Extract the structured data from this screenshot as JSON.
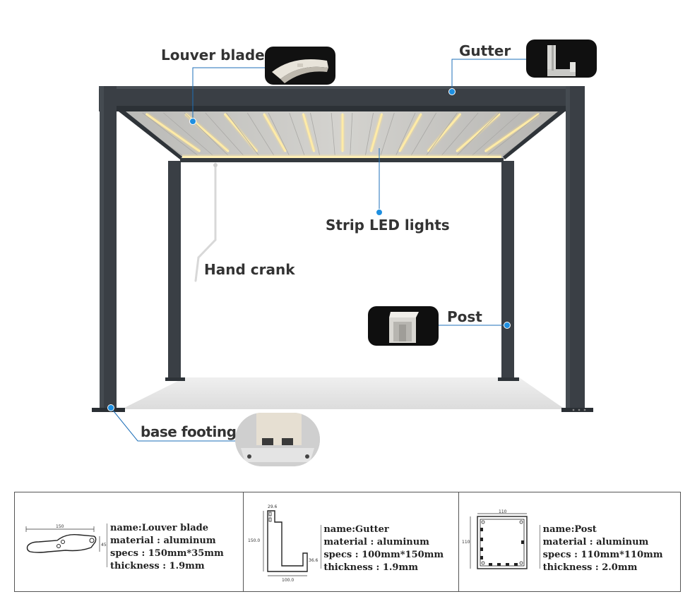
{
  "callouts": {
    "louver_blade": "Louver blade",
    "gutter": "Gutter",
    "strip_led": "Strip LED lights",
    "hand_crank": "Hand crank",
    "post": "Post",
    "base_footing": "base footing"
  },
  "specs": [
    {
      "name": "name:Louver blade",
      "material": "material : aluminum",
      "specs": "specs : 150mm*35mm",
      "thickness": "thickness : 1.9mm",
      "dims": {
        "width": "150",
        "height": "45"
      }
    },
    {
      "name": "name:Gutter",
      "material": "material : aluminum",
      "specs": "specs : 100mm*150mm",
      "thickness": "thickness : 1.9mm",
      "dims": {
        "top": "29.6",
        "height": "150.0",
        "base": "100.0",
        "lip": "36.6"
      }
    },
    {
      "name": "name:Post",
      "material": "material : aluminum",
      "specs": "specs : 110mm*110mm",
      "thickness": "thickness : 2.0mm",
      "dims": {
        "width": "110",
        "height": "110"
      }
    }
  ],
  "colors": {
    "frame": "#3a3f45",
    "accent_dot": "#1e8fe0",
    "leader_line": "#1e6fb8",
    "floor": "#e3e3e3",
    "led": "#fff0b0"
  }
}
